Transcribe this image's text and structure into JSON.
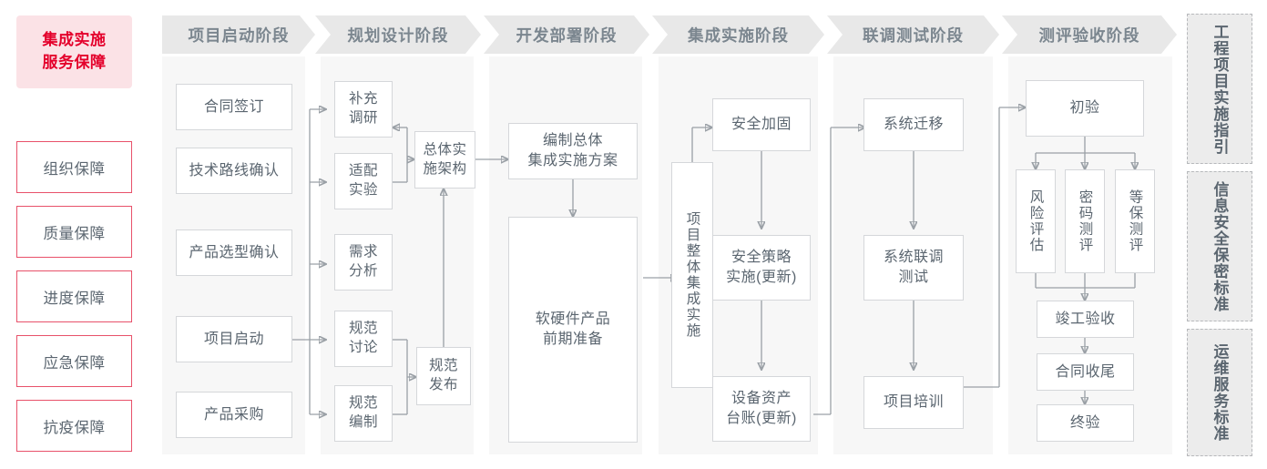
{
  "left_panel": {
    "title": "集成实施\n服务保障",
    "title_color": "#e4002b",
    "items": [
      {
        "label": "组织保障"
      },
      {
        "label": "质量保障"
      },
      {
        "label": "进度保障"
      },
      {
        "label": "应急保障"
      },
      {
        "label": "抗疫保障"
      }
    ]
  },
  "phases": [
    {
      "label": "项目启动阶段"
    },
    {
      "label": "规划设计阶段"
    },
    {
      "label": "开发部署阶段"
    },
    {
      "label": "集成实施阶段"
    },
    {
      "label": "联调测试阶段"
    },
    {
      "label": "测评验收阶段"
    }
  ],
  "nodes": {
    "p1": [
      {
        "label": "合同签订"
      },
      {
        "label": "技术路线确认"
      },
      {
        "label": "产品选型确认"
      },
      {
        "label": "项目启动"
      },
      {
        "label": "产品采购"
      }
    ],
    "p2": [
      {
        "label": "补充\n调研"
      },
      {
        "label": "适配\n实验"
      },
      {
        "label": "需求\n分析"
      },
      {
        "label": "规范\n讨论"
      },
      {
        "label": "规范\n编制"
      },
      {
        "label": "总体实\n施架构"
      },
      {
        "label": "规范\n发布"
      }
    ],
    "p3": [
      {
        "label": "编制总体\n集成实施方案"
      },
      {
        "label": "软硬件产品\n前期准备"
      }
    ],
    "p4": [
      {
        "label": "项目整体集成实施"
      },
      {
        "label": "安全加固"
      },
      {
        "label": "安全策略\n实施(更新)"
      },
      {
        "label": "设备资产\n台账(更新)"
      }
    ],
    "p5": [
      {
        "label": "系统迁移"
      },
      {
        "label": "系统联调\n测试"
      },
      {
        "label": "项目培训"
      }
    ],
    "p6": [
      {
        "label": "初验"
      },
      {
        "label": "风险评估"
      },
      {
        "label": "密码测评"
      },
      {
        "label": "等保测评"
      },
      {
        "label": "竣工验收"
      },
      {
        "label": "合同收尾"
      },
      {
        "label": "终验"
      }
    ]
  },
  "right_panel": {
    "items": [
      {
        "label": "工程项目实施指引"
      },
      {
        "label": "信息安全保密标准"
      },
      {
        "label": "运维服务标准"
      }
    ]
  },
  "colors": {
    "accent": "#e4002b",
    "accent_bg": "#fbe2e6",
    "band": "#f7f7f7",
    "chevron": "#e8e8e8",
    "text": "#5b6670",
    "node_border": "#d5d7da",
    "wire": "#9aa0a6",
    "sidebar_bg": "#ececec",
    "sidebar_border": "#b6b8bb"
  }
}
